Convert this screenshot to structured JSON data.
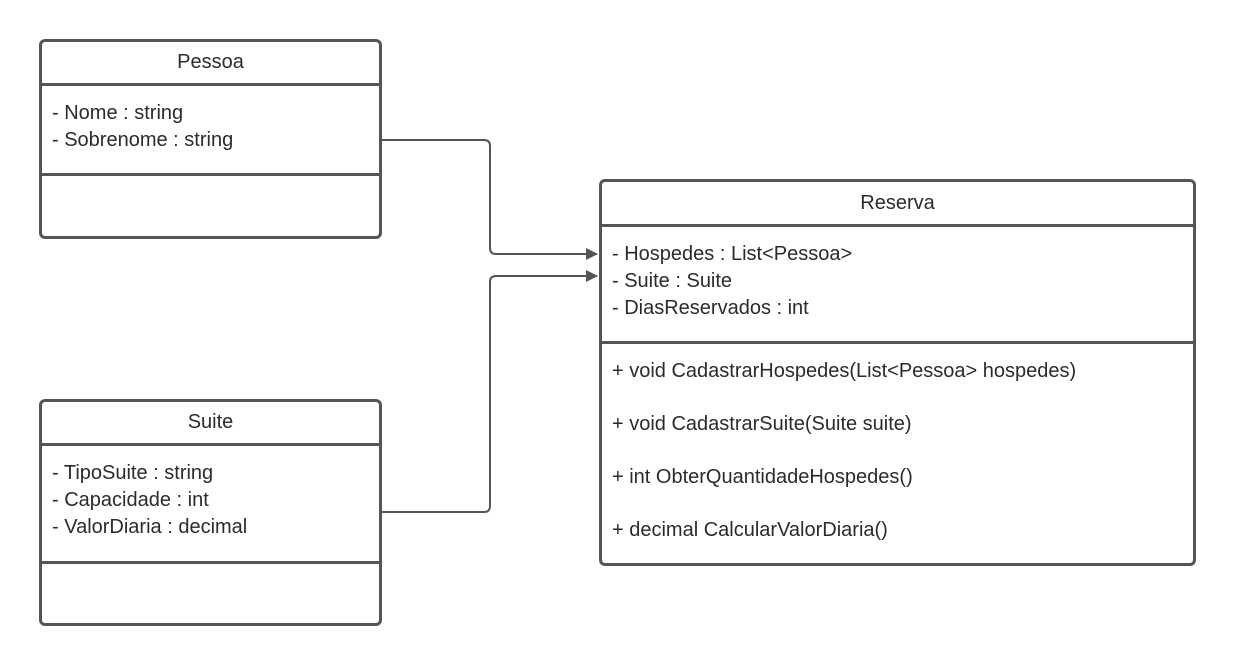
{
  "diagram": {
    "classes": {
      "pessoa": {
        "name": "Pessoa",
        "attributes": [
          "- Nome : string",
          "- Sobrenome : string"
        ],
        "methods": []
      },
      "suite": {
        "name": "Suite",
        "attributes": [
          "- TipoSuite : string",
          "- Capacidade : int",
          "- ValorDiaria : decimal"
        ],
        "methods": []
      },
      "reserva": {
        "name": "Reserva",
        "attributes": [
          "- Hospedes : List<Pessoa>",
          "- Suite : Suite",
          "- DiasReservados : int"
        ],
        "methods": [
          "+ void CadastrarHospedes(List<Pessoa> hospedes)",
          "+ void CadastrarSuite(Suite suite)",
          "+ int ObterQuantidadeHospedes()",
          "+ decimal CalcularValorDiaria()"
        ]
      }
    },
    "associations": [
      {
        "from": "Pessoa",
        "to": "Reserva"
      },
      {
        "from": "Suite",
        "to": "Reserva"
      }
    ]
  }
}
